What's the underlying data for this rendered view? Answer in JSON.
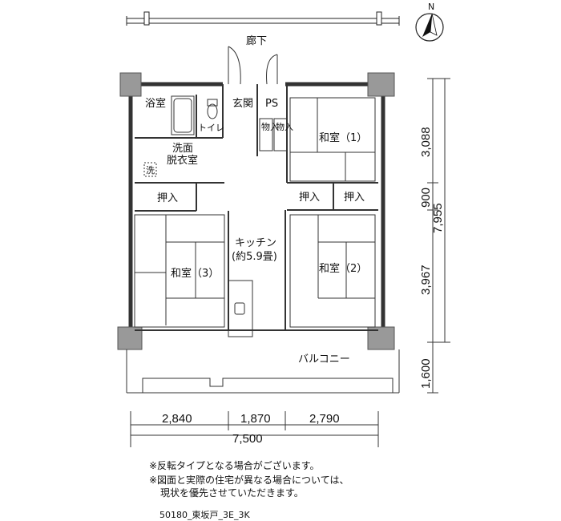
{
  "rooms": {
    "corridor": "廊下",
    "bath": "浴室",
    "toilet": "トイレ",
    "entrance": "玄関",
    "ps": "PS",
    "storage_1": "物入",
    "storage_2": "物入",
    "washroom_line1": "洗面",
    "washroom_line2": "脱衣室",
    "washer": "洗",
    "closet_left": "押入",
    "closet_mid": "押入",
    "closet_right": "押入",
    "washitsu_1": "和室（1）",
    "washitsu_2": "和室（2）",
    "washitsu_3": "和室（3）",
    "kitchen_line1": "キッチン",
    "kitchen_line2": "(約5.9畳)",
    "balcony": "バルコニー"
  },
  "compass": {
    "label": "N"
  },
  "dimensions": {
    "vertical": [
      "3,088",
      "900",
      "3,967",
      "1,600"
    ],
    "vertical_total": "7,955",
    "horizontal": [
      "2,840",
      "1,870",
      "2,790"
    ],
    "horizontal_total": "7,500"
  },
  "notes": [
    "※反転タイプとなる場合がございます。",
    "※図面と実際の住宅が異なる場合については、",
    "現状を優先させていただきます。"
  ],
  "plan_code": "50180_東坂戸_3E_3K"
}
